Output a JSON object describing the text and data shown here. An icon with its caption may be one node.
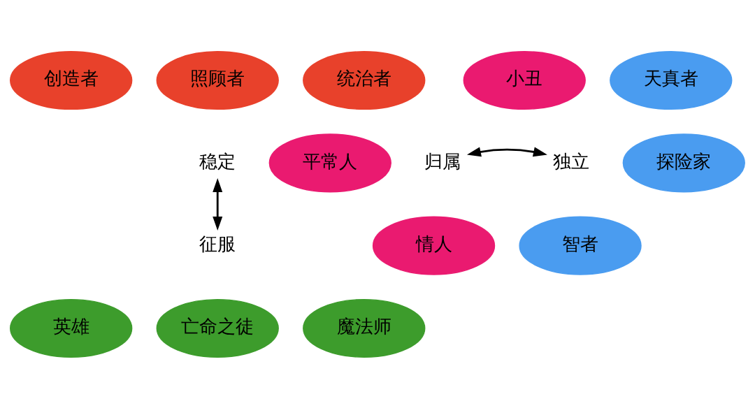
{
  "diagram": {
    "nodes": [
      {
        "text": [
          "创造者"
        ]
      },
      {
        "text": [
          "照顾者"
        ]
      },
      {
        "text": [
          "统治者"
        ]
      },
      {
        "text": [
          "稳定"
        ]
      },
      {
        "text": [
          "小丑"
        ]
      },
      {
        "text": [
          "天真者"
        ]
      },
      {
        "text": [
          "平常人"
        ]
      },
      {
        "text": [
          "归属"
        ]
      },
      {
        "text": [
          "独立"
        ]
      },
      {
        "text": [
          "探险家"
        ]
      },
      {
        "text": [
          "情人"
        ]
      },
      {
        "text": [
          "智者"
        ]
      },
      {
        "text": [
          "征服"
        ]
      },
      {
        "text": [
          "英雄"
        ]
      },
      {
        "text": [
          "亡命之徒"
        ]
      },
      {
        "text": [
          "魔法师"
        ]
      }
    ],
    "edges": [
      {
        "from": 7,
        "to": 8,
        "arrow": "both"
      },
      {
        "from": 3,
        "to": 12,
        "arrow": "both"
      }
    ]
  }
}
